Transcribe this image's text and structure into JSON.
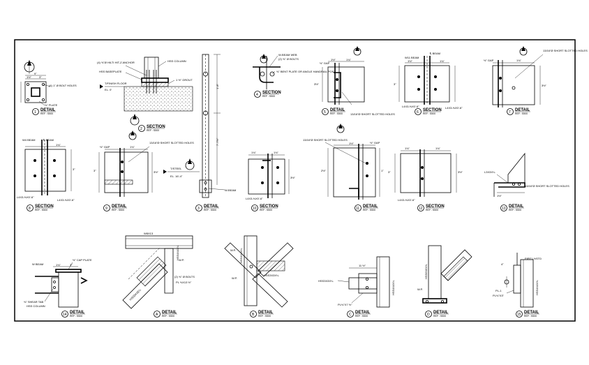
{
  "sheet": {
    "title": ""
  },
  "details": [
    {
      "id": "d1",
      "num": "1",
      "kind": "DETAIL",
      "ref": "REF : S500"
    },
    {
      "id": "d2",
      "num": "2",
      "kind": "SECTION",
      "ref": "REF : S500"
    },
    {
      "id": "d3",
      "num": "3",
      "kind": "DETAIL",
      "ref": "REF : S500"
    },
    {
      "id": "d4",
      "num": "4",
      "kind": "SECTION",
      "ref": "REF : S500"
    },
    {
      "id": "d5",
      "num": "5",
      "kind": "DETAIL",
      "ref": "REF : S500"
    },
    {
      "id": "d6",
      "num": "6",
      "kind": "SECTION",
      "ref": "REF : S500"
    },
    {
      "id": "d7",
      "num": "7",
      "kind": "DETAIL",
      "ref": "REF : S500"
    },
    {
      "id": "d8",
      "num": "8",
      "kind": "SECTION",
      "ref": "REF : S500"
    },
    {
      "id": "d9",
      "num": "9",
      "kind": "DETAIL",
      "ref": "REF : S500"
    },
    {
      "id": "d10",
      "num": "10",
      "kind": "SECTION",
      "ref": "REF : S500"
    },
    {
      "id": "d11",
      "num": "11",
      "kind": "DETAIL",
      "ref": "REF : S500"
    },
    {
      "id": "d12",
      "num": "12",
      "kind": "SECTION",
      "ref": "REF : S500"
    },
    {
      "id": "d13",
      "num": "13",
      "kind": "DETAIL",
      "ref": "REF : S500"
    },
    {
      "id": "d14",
      "num": "14",
      "kind": "DETAIL",
      "ref": "REF : S500"
    },
    {
      "id": "dA",
      "num": "A",
      "kind": "DETAIL",
      "ref": "REF : S500"
    },
    {
      "id": "dB",
      "num": "B",
      "kind": "DETAIL",
      "ref": "REF : S500"
    },
    {
      "id": "dC",
      "num": "C",
      "kind": "DETAIL",
      "ref": "REF : S500"
    },
    {
      "id": "dD",
      "num": "D",
      "kind": "DETAIL",
      "ref": "REF : S500"
    },
    {
      "id": "d15",
      "num": "15",
      "kind": "DETAIL",
      "ref": "REF : S500"
    }
  ],
  "notes": {
    "d1_bolt_holes": "(4) 1\" Ø BOLT HOLES",
    "d1_plate": "¾\" PLATE",
    "d1_dim_top": "9\"",
    "d2_anchor": "(4) ⅝\"Ø HILTI HIT-Z ANCHOR",
    "d2_baseplate": "HSS BASEPLATE",
    "d2_finish_floor": "T/FINISH FLOOR",
    "d2_el": "EL. 0'",
    "d2_column": "HSS COLUMN",
    "d2_grout": "1 ½\" GROUT",
    "d3_tos": "T/STEEL",
    "d3_el": "EL. 16'-4\"",
    "d3_wbeam": "W-BEAM",
    "d3_dim_a": "1'-8\"",
    "d3_dim_b": "7'-7½\"",
    "d4_wbeam_web": "W-BEAM WEB",
    "d4_bolts": "(2) ⅝\" Ø BOLTS",
    "d4_bent": "⅜\" BENT PLATE OR ANGLE HANDRAIL POST",
    "d5_gap": "½\" GAP",
    "d5_slots": "13/16\"Ø SHORT SLOTTED HOLES",
    "d6_beam": "W11 BEAM",
    "d6_cl": "℄ BEAM",
    "d6_angle": "L4X3-⅜X0'-6\"",
    "d7_gap": "½\" GAP",
    "d7_slots": "13/16\"Ø SHORT SLOTTED HOLES",
    "d8_beam": "W4 BEAM",
    "d8_cl": "℄ BEAM",
    "d8_angle": "L4X3-⅜X0'-6\"",
    "d9_gap": "½\" GAP",
    "d9_slots": "13/16\"Ø SHORT SLOTTED HOLES",
    "d10_angle": "L4X3-⅜X0'-6\"",
    "d11_slots": "13/16\"Ø SHORT SLOTTED HOLES",
    "d11_gap": "½\" GAP",
    "d12_angle": "L4X3-⅜X0'-6\"",
    "d13_angle": "L3X3X¼",
    "d13_slots": "13/16\"Ø SHORT SLOTTED HOLES",
    "d14_cap": "½\" CAP PLATE",
    "d14_beam": "W BEAM",
    "d14_tab": "⅜\" SHEAR TAB",
    "d14_col": "HSS COLUMN",
    "dA_beam": "W8X13",
    "dA_hss": "HSS4X4X¼",
    "dA_wp": "W.P.",
    "dA_bolts": "(2) ⅝\" Ø BOLTS",
    "dA_pl": "PL ⅜X13 ½\"",
    "dA_hss2": "HSS3X3X¼",
    "dB_wp": "W.P.",
    "dB_wp2": "W.P.",
    "dB_hss": "HSS4X4X¼",
    "dB_hss2": "HSS3X3X¼",
    "dC_hss": "HSS3X3X¼",
    "dC_hss2": "HSS4X4X¼",
    "dC_pl": "PL⅜\"X7 ½\"",
    "dC_dim": "11 ½\"",
    "dD_hss": "HSS6X6X⅜",
    "dD_wp": "W.P.",
    "d15_pipe": "PIPE1-½STD",
    "d15_hss": "HSS4X4X⅜",
    "d15_pl": "PL-1",
    "d15_pl2": "PL⅜\"X3\""
  },
  "dims": {
    "q1": "1½\"",
    "q2": "3\"",
    "q3": "1¾\"",
    "q4": "3½\"",
    "q5": "2½\"",
    "q6": "1\"",
    "q7": "4\"",
    "q8": "1½\""
  }
}
